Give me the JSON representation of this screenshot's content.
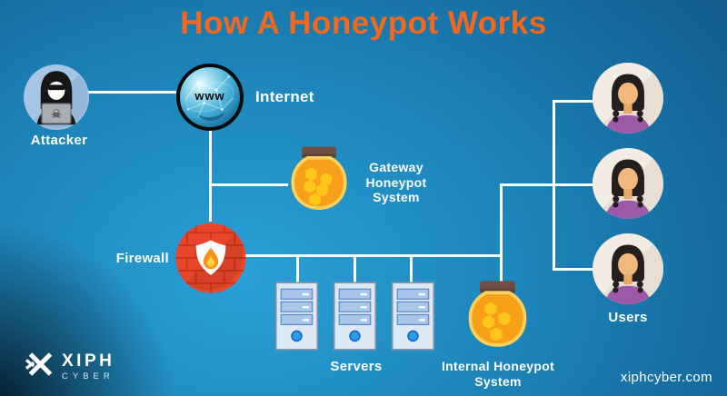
{
  "title": "How A Honeypot Works",
  "diagram": {
    "attacker": {
      "label": "Attacker"
    },
    "internet": {
      "label": "Internet",
      "globe_text": "www"
    },
    "gateway_honeypot": {
      "label": "Gateway Honeypot System"
    },
    "firewall": {
      "label": "Firewall"
    },
    "servers": {
      "label": "Servers"
    },
    "internal_honeypot": {
      "label": "Internal Honeypot System"
    },
    "users": {
      "label": "Users"
    }
  },
  "branding": {
    "name": "XIPH",
    "division": "CYBER",
    "website": "xiphcyber.com"
  },
  "colors": {
    "title_orange": "#f2681f",
    "background_bright": "#2196cf",
    "background_dark": "#0d2a44",
    "connector_white": "#ffffff",
    "honeypot_orange": "#f9a01b",
    "honeypot_hex_yellow": "#ffc61b",
    "honeypot_lid_brown": "#6f4f43",
    "firewall_red": "#e8472b",
    "flame_orange": "#f6921e",
    "attacker_circle_blue": "#a6c4e3",
    "user_circle_cream": "#f2ece3",
    "user_shirt_purple": "#9c59a8",
    "server_body_blue": "#dde8f5",
    "server_bay_blue": "#a9c6ea",
    "server_light_blue": "#2e9be8"
  }
}
